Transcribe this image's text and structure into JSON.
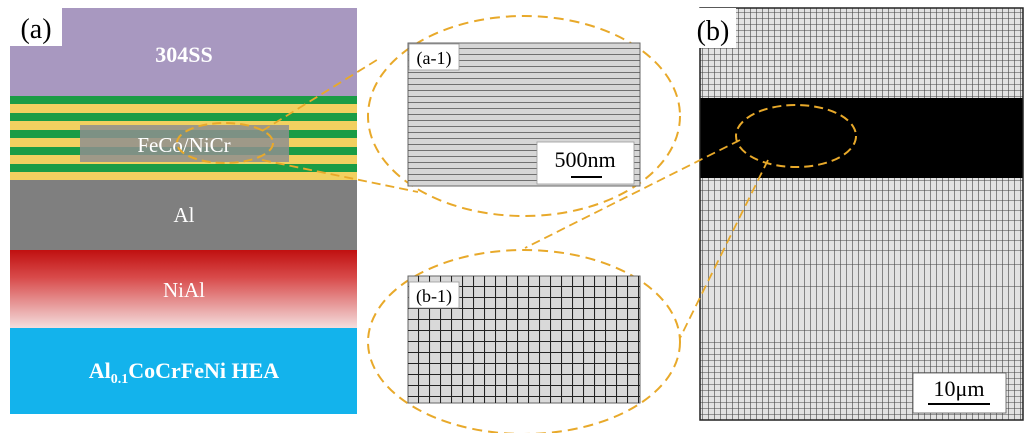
{
  "panel_a": {
    "label": "(a)",
    "layers": {
      "top": "304SS",
      "multilayer": "FeCo/NiCr",
      "al": "Al",
      "nial": "NiAl",
      "hea_prefix": "Al",
      "hea_sub": "0.1",
      "hea_suffix": "CoCrFeNi HEA"
    },
    "colors": {
      "ss": "#a898c0",
      "stripe_green": "#1a9c46",
      "stripe_yellow": "#f2d060",
      "al": "#7f7f7f",
      "nial_top": "#c01010",
      "nial_bottom": "#f4d8d8",
      "hea": "#13b3ec",
      "zoom_dash": "#e8a92a"
    }
  },
  "inset_a1": {
    "label": "(a-1)",
    "scale_bar": "500nm"
  },
  "inset_b1": {
    "label": "(b-1)"
  },
  "panel_b": {
    "label": "(b)",
    "scale_bar": "10μm"
  }
}
